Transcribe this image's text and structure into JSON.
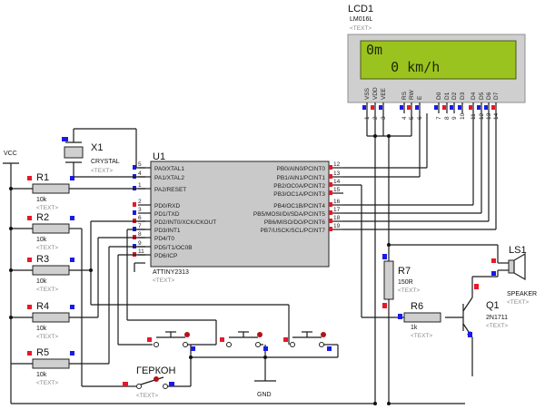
{
  "lcd": {
    "designator": "LCD1",
    "model": "LM016L",
    "text_tag": "<TEXT>",
    "line1": "0m",
    "line2": "   0 km/h",
    "pins": [
      "VSS",
      "VDD",
      "VEE",
      "RS",
      "RW",
      "E",
      "D0",
      "D1",
      "D2",
      "D3",
      "D4",
      "D5",
      "D6",
      "D7"
    ],
    "pin_numbers": [
      "1",
      "2",
      "3",
      "4",
      "5",
      "6",
      "7",
      "8",
      "9",
      "10",
      "11",
      "12",
      "13",
      "14"
    ],
    "screen_color": "#9bc31f"
  },
  "crystal": {
    "designator": "X1",
    "type": "CRYSTAL",
    "text_tag": "<TEXT>"
  },
  "mcu": {
    "designator": "U1",
    "model": "ATTINY2313",
    "text_tag": "<TEXT>",
    "left_pins": [
      {
        "num": "5",
        "name": "PA0/XTAL1"
      },
      {
        "num": "4",
        "name": "PA1/XTAL2"
      },
      {
        "num": "1",
        "name": "PA2/RESET"
      },
      {
        "num": "2",
        "name": "PD0/RXD"
      },
      {
        "num": "3",
        "name": "PD1/TXD"
      },
      {
        "num": "6",
        "name": "PD2/INT0/XCK/CKOUT"
      },
      {
        "num": "7",
        "name": "PD3/INT1"
      },
      {
        "num": "8",
        "name": "PD4/T0"
      },
      {
        "num": "9",
        "name": "PD5/T1/OC0B"
      },
      {
        "num": "11",
        "name": "PD6/ICP"
      }
    ],
    "right_pins": [
      {
        "num": "12",
        "name": "PB0/AIN0/PCINT0"
      },
      {
        "num": "13",
        "name": "PB1/AIN1/PCINT1"
      },
      {
        "num": "14",
        "name": "PB2/OC0A/PCINT2"
      },
      {
        "num": "15",
        "name": "PB3/OC1A/PCINT3"
      },
      {
        "num": "16",
        "name": "PB4/OC1B/PCINT4"
      },
      {
        "num": "17",
        "name": "PB5/MOSI/DI/SDA/PCINT5"
      },
      {
        "num": "18",
        "name": "PB6/MISO/DO/PCINT6"
      },
      {
        "num": "19",
        "name": "PB7/USCK/SCL/PCINT7"
      }
    ]
  },
  "vcc": {
    "label": "VCC"
  },
  "resistors": [
    {
      "designator": "R1",
      "value": "10k",
      "text_tag": "<TEXT>"
    },
    {
      "designator": "R2",
      "value": "10k",
      "text_tag": "<TEXT>"
    },
    {
      "designator": "R3",
      "value": "10k",
      "text_tag": "<TEXT>"
    },
    {
      "designator": "R4",
      "value": "10k",
      "text_tag": "<TEXT>"
    },
    {
      "designator": "R5",
      "value": "10k",
      "text_tag": "<TEXT>"
    },
    {
      "designator": "R6",
      "value": "1k",
      "text_tag": "<TEXT>"
    },
    {
      "designator": "R7",
      "value": "150R",
      "text_tag": "<TEXT>"
    }
  ],
  "transistor": {
    "designator": "Q1",
    "model": "2N1711",
    "text_tag": "<TEXT>"
  },
  "speaker": {
    "designator": "LS1",
    "type": "SPEAKER",
    "text_tag": "<TEXT>"
  },
  "reed_switch": {
    "label": "ГЕРКОН",
    "text_tag": "<TEXT>"
  },
  "ground": {
    "label": "GND"
  },
  "colors": {
    "pin_red": "#e8172a",
    "pin_blue": "#1a1ae8",
    "body_fill": "#c9c9c9",
    "lcd_outline": "#d8d8d8"
  }
}
